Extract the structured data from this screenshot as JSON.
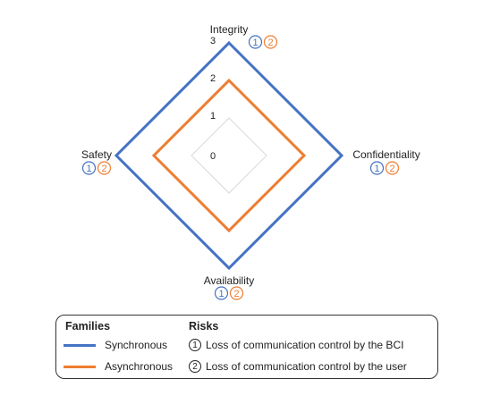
{
  "chart_data": {
    "type": "radar",
    "axes": [
      "Integrity",
      "Confidentiality",
      "Availability",
      "Safety"
    ],
    "scale": {
      "min": 0,
      "max": 3,
      "ticks": [
        "0",
        "1",
        "2",
        "3"
      ]
    },
    "series": [
      {
        "name": "Synchronous",
        "color": "#4472C4",
        "values": [
          3,
          3,
          3,
          3
        ]
      },
      {
        "name": "Asynchronous",
        "color": "#ED7D31",
        "values": [
          2,
          2,
          2,
          2
        ]
      }
    ],
    "risk_marks": {
      "Integrity": [
        "1",
        "2"
      ],
      "Confidentiality": [
        "1",
        "2"
      ],
      "Availability": [
        "1",
        "2"
      ],
      "Safety": [
        "1",
        "2"
      ]
    }
  },
  "legend": {
    "families_title": "Families",
    "risks_title": "Risks",
    "families": [
      {
        "label": "Synchronous",
        "color": "#4472C4"
      },
      {
        "label": "Asynchronous",
        "color": "#ED7D31"
      }
    ],
    "risks": [
      {
        "num": "1",
        "label": "Loss of communication control by the BCI"
      },
      {
        "num": "2",
        "label": "Loss of communication control by the user"
      }
    ]
  },
  "colors": {
    "grid": "#d9d9d9",
    "text": "#222222"
  }
}
